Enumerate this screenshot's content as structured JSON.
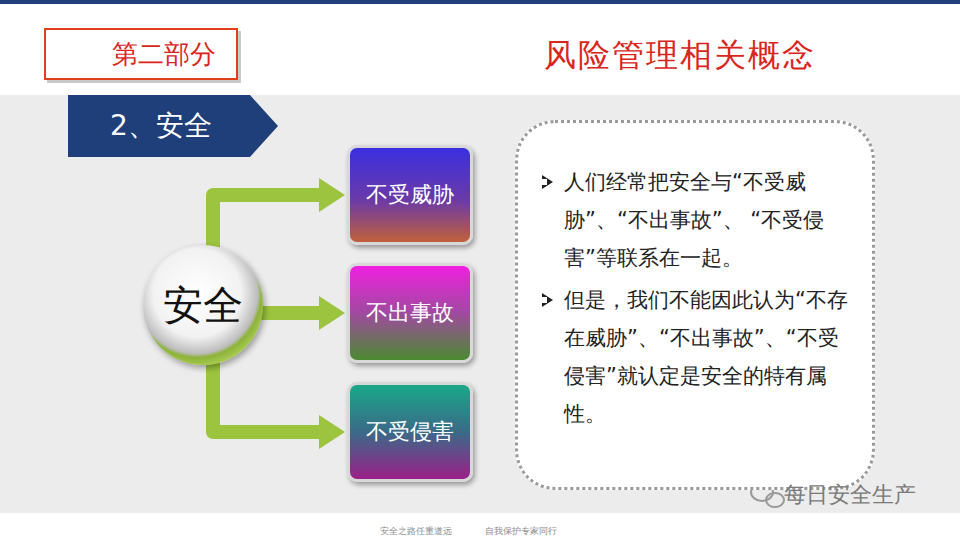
{
  "diagram": {
    "title": "风险管理相关概念",
    "nodes": [
      {
        "text": [
          "第二部分"
        ]
      },
      {
        "text": [
          "2、安全"
        ]
      },
      {
        "text": [
          "安全"
        ]
      },
      {
        "text": [
          "不受威胁"
        ]
      },
      {
        "text": [
          "不出事故"
        ]
      },
      {
        "text": [
          "不受侵害"
        ]
      },
      {
        "text": [
          "人们经常把安全与“不受威胁”、“不出事故”、 “不受侵害”等联系在一起。",
          "但是，我们不能因此认为“不存在威胁”、“不出事故”、“不受侵害”就认定是安全的特有属性。"
        ]
      }
    ],
    "edges": [
      {
        "from": 2,
        "to": 3,
        "arrow": "to"
      },
      {
        "from": 2,
        "to": 4,
        "arrow": "to"
      },
      {
        "from": 2,
        "to": 5,
        "arrow": "to"
      }
    ],
    "labels": [
      "每日安全生产",
      "安全之路任重道远",
      "自我保护专家同行"
    ]
  }
}
